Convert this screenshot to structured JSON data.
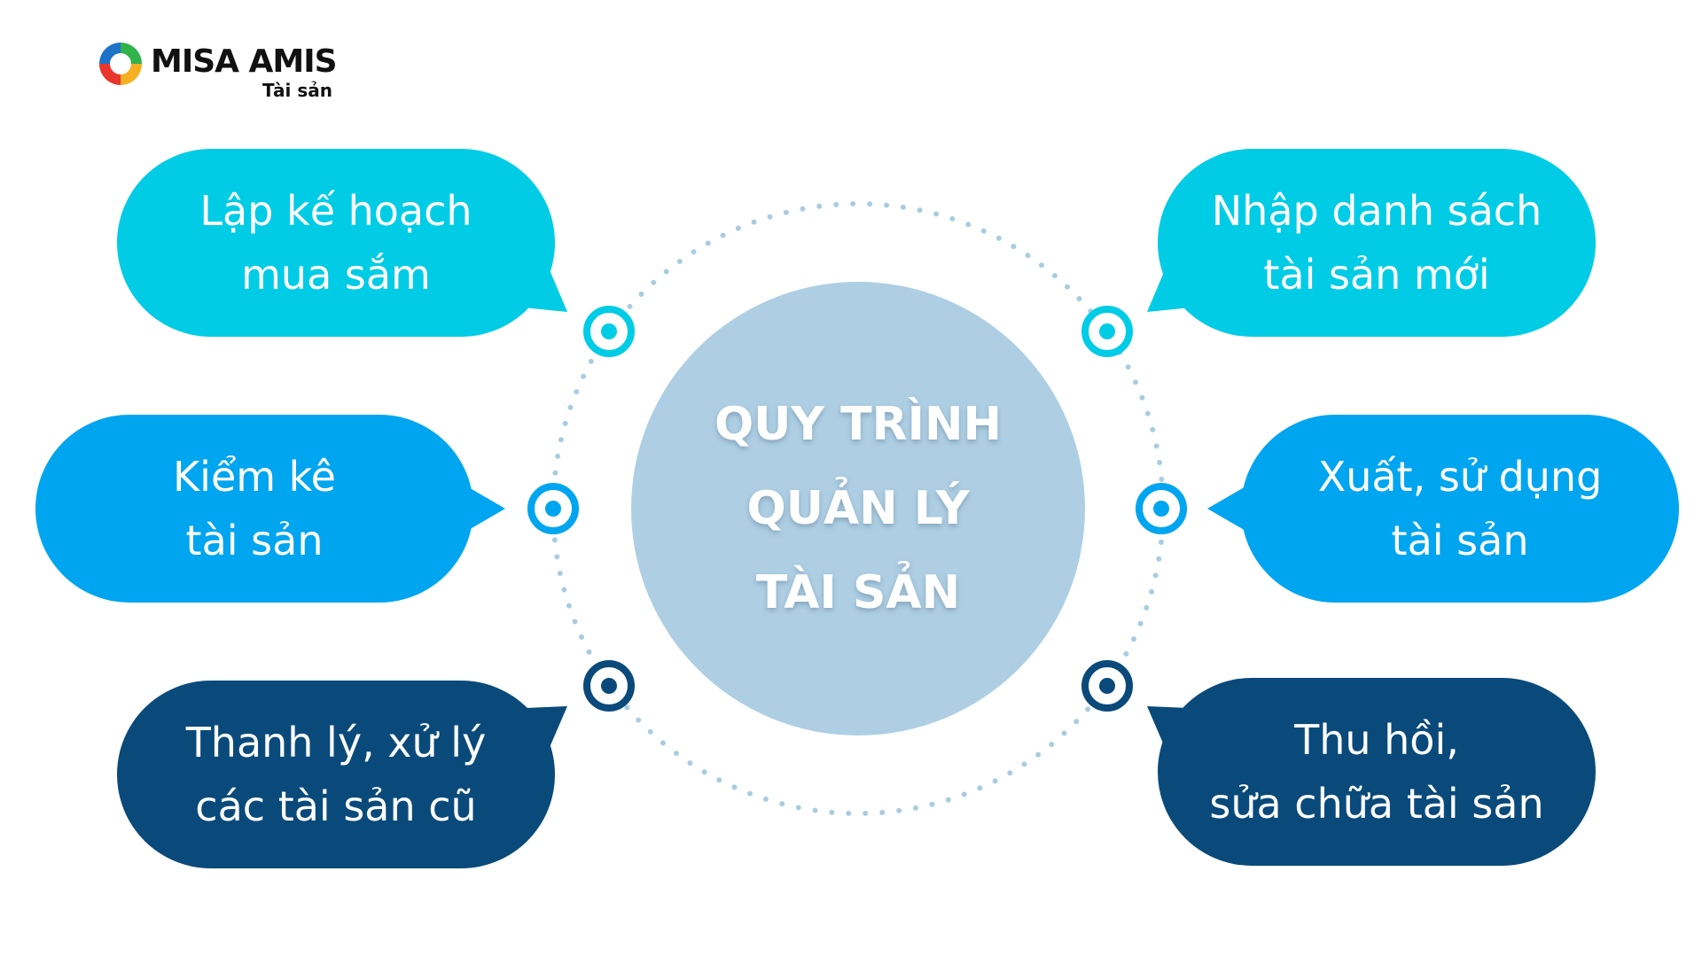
{
  "logo": {
    "brand": "MISA AMIS",
    "product": "Tài sản"
  },
  "center": {
    "lines": [
      "QUY TRÌNH",
      "QUẢN LÝ",
      "TÀI SẢN"
    ]
  },
  "steps": {
    "plan_purchase": [
      "Lập kế hoạch",
      "mua sắm"
    ],
    "import_assets": [
      "Nhập danh sách",
      "tài sản mới"
    ],
    "inventory": [
      "Kiểm kê",
      "tài sản"
    ],
    "export_use": [
      "Xuất, sử dụng",
      "tài sản"
    ],
    "liquidate": [
      "Thanh lý, xử lý",
      "các tài sản cũ"
    ],
    "recover_repair": [
      "Thu hồi,",
      "sửa chữa tài sản"
    ]
  },
  "colors": {
    "cyan": "#00CCE6",
    "sky": "#00A5F0",
    "navy": "#0A4A7B",
    "center_circle": "#AECFE3",
    "dots": "#A9CCE0"
  }
}
